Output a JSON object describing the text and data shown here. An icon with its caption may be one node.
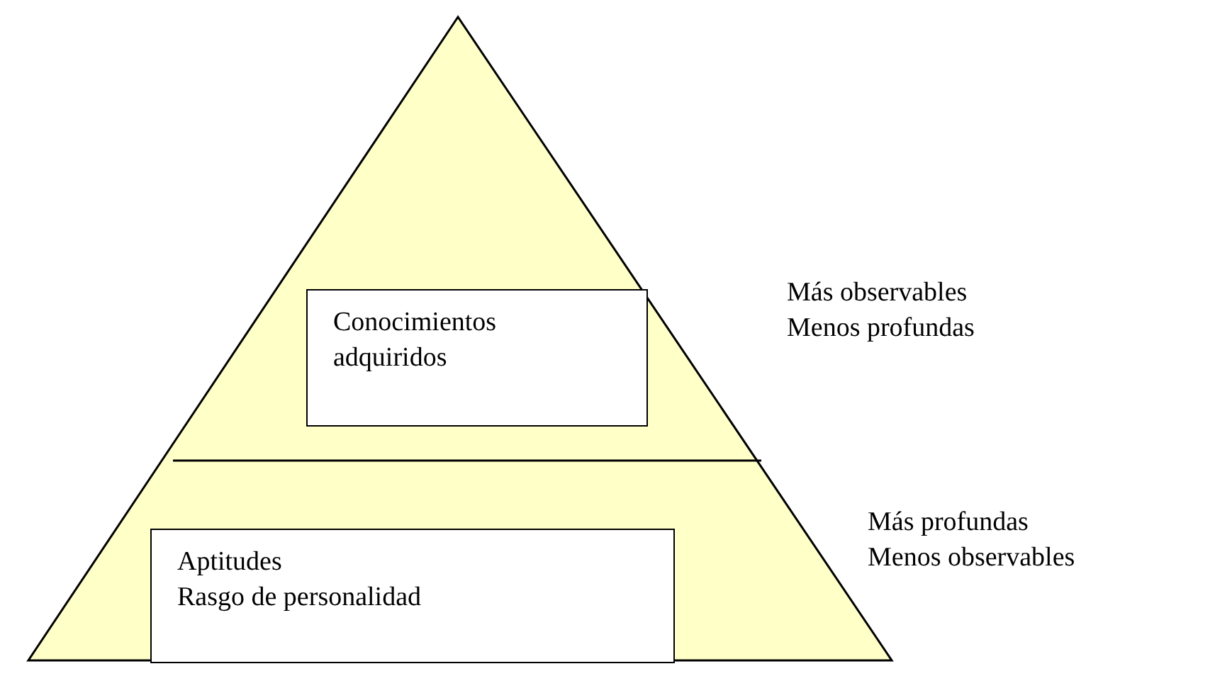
{
  "diagram": {
    "nodes": [
      {
        "text": [
          "Conocimientos adquiridos"
        ]
      },
      {
        "text": [
          "Aptitudes",
          "Rasgo de personalidad"
        ]
      }
    ],
    "edges": [],
    "labels": [
      "Más observables Menos profundas",
      "Más profundas Menos observables"
    ]
  }
}
